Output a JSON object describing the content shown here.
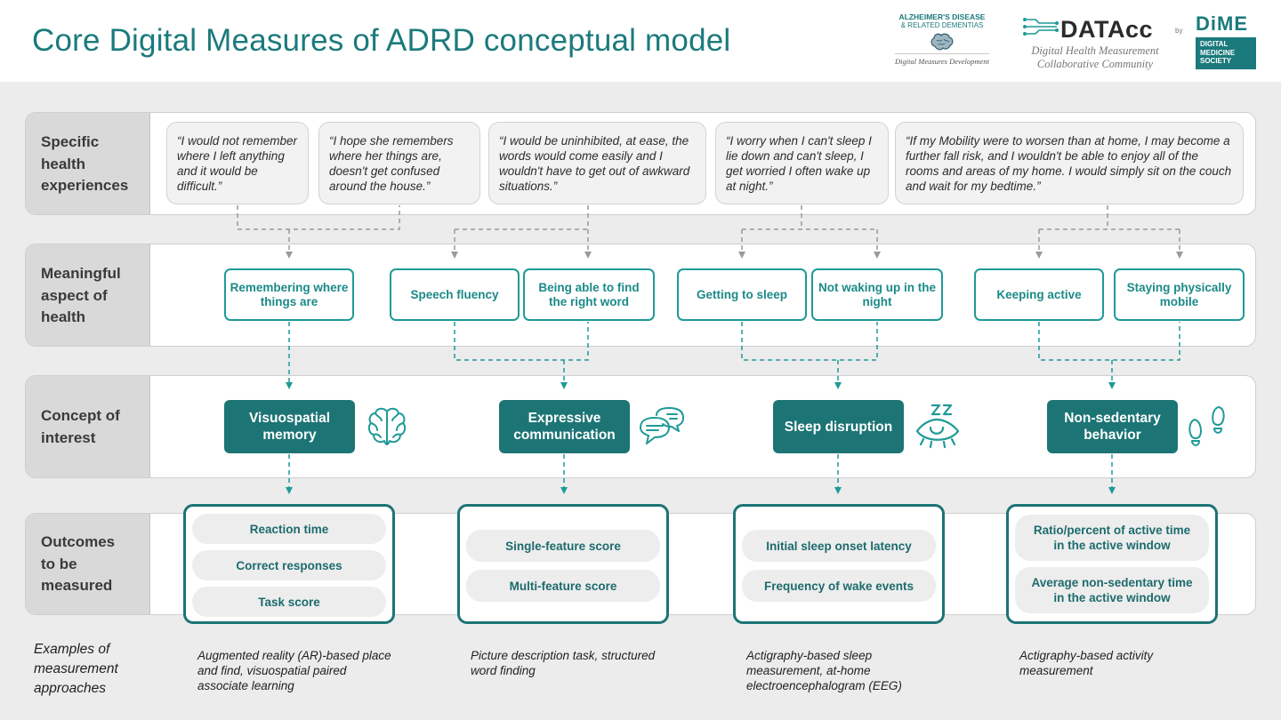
{
  "title": "Core Digital Measures of ADRD conceptual model",
  "logos": {
    "adrd_line1": "ALZHEIMER'S DISEASE",
    "adrd_line2": "& RELATED DEMENTIAS",
    "adrd_line3": "Digital Measures Development",
    "datacc_word": "DATAcc",
    "datacc_sub1": "Digital Health Measurement",
    "datacc_sub2": "Collaborative Community",
    "by": "by",
    "dime_top": "DiME",
    "dime_line1": "DIGITAL",
    "dime_line2": "MEDICINE",
    "dime_line3": "SOCIETY"
  },
  "rows": {
    "experiences": "Specific health experiences",
    "aspects": "Meaningful aspect of health",
    "concepts": "Concept of interest",
    "outcomes": "Outcomes to be measured"
  },
  "quotes": [
    "“I would not remember where I left anything and it would be difficult.”",
    "“I hope she remembers where her things are, doesn't get confused around the house.”",
    "“I would be uninhibited, at ease, the words would come easily and I wouldn't have to get out of awkward situations.”",
    "“I worry when I can't sleep I lie down and can't sleep, I get worried I often wake up at night.”",
    "“If my Mobility were to worsen than at home, I may become a further fall risk, and I wouldn't be able to enjoy all of the rooms and areas of my home. I would simply sit on the couch and wait for my bedtime.”"
  ],
  "aspects": [
    "Remembering where things are",
    "Speech fluency",
    "Being able to find the right word",
    "Getting to sleep",
    "Not waking up in the night",
    "Keeping active",
    "Staying physically mobile"
  ],
  "concepts": [
    {
      "label": "Visuospatial memory",
      "icon": "brain-icon"
    },
    {
      "label": "Expressive communication",
      "icon": "speech-bubbles-icon"
    },
    {
      "label": "Sleep disruption",
      "icon": "sleeping-eye-icon"
    },
    {
      "label": "Non-sedentary behavior",
      "icon": "footprints-icon"
    }
  ],
  "outcomes": [
    [
      "Reaction time",
      "Correct responses",
      "Task score"
    ],
    [
      "Single-feature score",
      "Multi-feature score"
    ],
    [
      "Initial sleep onset latency",
      "Frequency of wake events"
    ],
    [
      "Ratio/percent of active time in the active window",
      "Average non-sedentary time in the active window"
    ]
  ],
  "examples_label": "Examples of measurement approaches",
  "examples": [
    "Augmented reality (AR)-based place and find, visuospatial paired associate learning",
    "Picture description task, structured word finding",
    "Actigraphy-based sleep measurement, at-home electroencephalogram (EEG)",
    "Actigraphy-based activity measurement"
  ],
  "colors": {
    "teal_dark": "#1d7475",
    "teal_bright": "#1f9a97",
    "label_gray": "#d9d9d9",
    "background": "#ececec"
  }
}
